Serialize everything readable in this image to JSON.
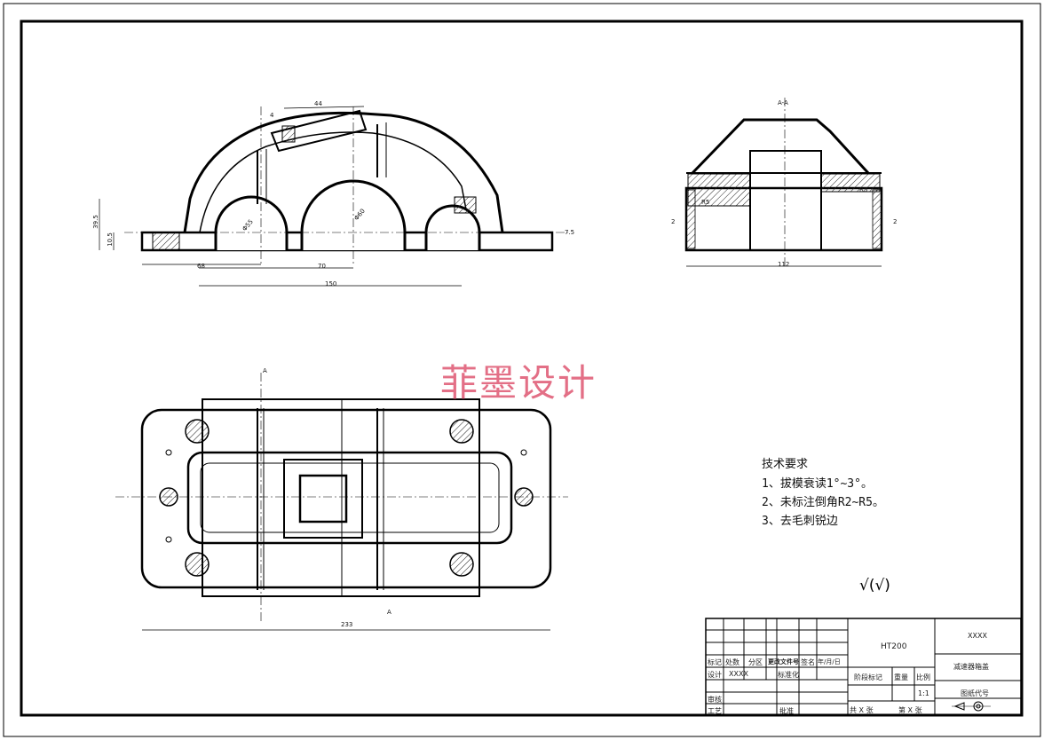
{
  "watermark": "菲墨设计",
  "technical_requirements": {
    "title": "技术要求",
    "items": [
      "1、拔模衰读1°~3°。",
      "2、未标注倒角R2~R5。",
      "3、去毛刺锐边"
    ]
  },
  "surface_roughness": "√(√)",
  "dimensions": {
    "front_view": [
      "4",
      "44",
      "39.5",
      "10.5",
      "68",
      "70",
      "150",
      "Φ55",
      "Φ60",
      "7.5"
    ],
    "side_view": [
      "112",
      "2",
      "2",
      "R5",
      "R5"
    ],
    "plan_view": [
      "233"
    ],
    "section_marks": [
      "A-A",
      "A",
      "A"
    ]
  },
  "title_block": {
    "material": "HT200",
    "company": "XXXX",
    "part_name": "减速器箱盖",
    "drawing_no_label": "图纸代号",
    "row_headers": [
      "标记",
      "处数",
      "分区",
      "更改文件号",
      "签名",
      "年/月/日"
    ],
    "designer_label": "设计",
    "designer": "XXXX",
    "standardization_label": "标准化",
    "review_label": "审核",
    "process_label": "工艺",
    "approve_label": "批准",
    "stage_label": "阶段标记",
    "weight_label": "重量",
    "scale_label": "比例",
    "scale": "1:1",
    "sheets_total": "共 X 张",
    "sheet_no": "第 X 张"
  }
}
